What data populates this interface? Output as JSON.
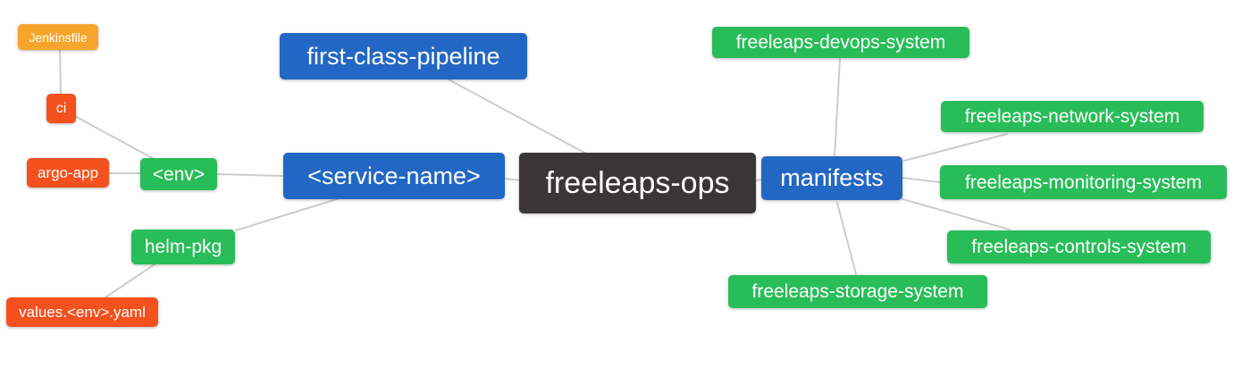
{
  "colors": {
    "dark": "#3a3637",
    "blue": "#2267c4",
    "green": "#28bd58",
    "orange": "#f7a52c",
    "red": "#f4511e",
    "edge": "#cccccc",
    "bg": "#ffffff",
    "text": "#ffffff"
  },
  "nodes": {
    "root": {
      "label": "freeleaps-ops",
      "color": "dark"
    },
    "first_class_pipeline": {
      "label": "first-class-pipeline",
      "color": "blue"
    },
    "service_name": {
      "label": "<service-name>",
      "color": "blue"
    },
    "manifests": {
      "label": "manifests",
      "color": "blue"
    },
    "env": {
      "label": "<env>",
      "color": "green"
    },
    "helm_pkg": {
      "label": "helm-pkg",
      "color": "green"
    },
    "jenkinsfile": {
      "label": "Jenkinsfile",
      "color": "orange"
    },
    "ci": {
      "label": "ci",
      "color": "red"
    },
    "argo_app": {
      "label": "argo-app",
      "color": "red"
    },
    "values_yaml": {
      "label": "values.<env>.yaml",
      "color": "red"
    },
    "devops_system": {
      "label": "freeleaps-devops-system",
      "color": "green"
    },
    "network_system": {
      "label": "freeleaps-network-system",
      "color": "green"
    },
    "monitoring_system": {
      "label": "freeleaps-monitoring-system",
      "color": "green"
    },
    "controls_system": {
      "label": "freeleaps-controls-system",
      "color": "green"
    },
    "storage_system": {
      "label": "freeleaps-storage-system",
      "color": "green"
    }
  },
  "edges": [
    {
      "from": "jenkinsfile",
      "to": "ci"
    },
    {
      "from": "ci",
      "to": "env"
    },
    {
      "from": "argo_app",
      "to": "env"
    },
    {
      "from": "env",
      "to": "service_name"
    },
    {
      "from": "helm_pkg",
      "to": "service_name"
    },
    {
      "from": "values_yaml",
      "to": "helm_pkg"
    },
    {
      "from": "first_class_pipeline",
      "to": "root"
    },
    {
      "from": "service_name",
      "to": "root"
    },
    {
      "from": "root",
      "to": "manifests"
    },
    {
      "from": "manifests",
      "to": "devops_system"
    },
    {
      "from": "manifests",
      "to": "network_system"
    },
    {
      "from": "manifests",
      "to": "monitoring_system"
    },
    {
      "from": "manifests",
      "to": "controls_system"
    },
    {
      "from": "manifests",
      "to": "storage_system"
    }
  ]
}
